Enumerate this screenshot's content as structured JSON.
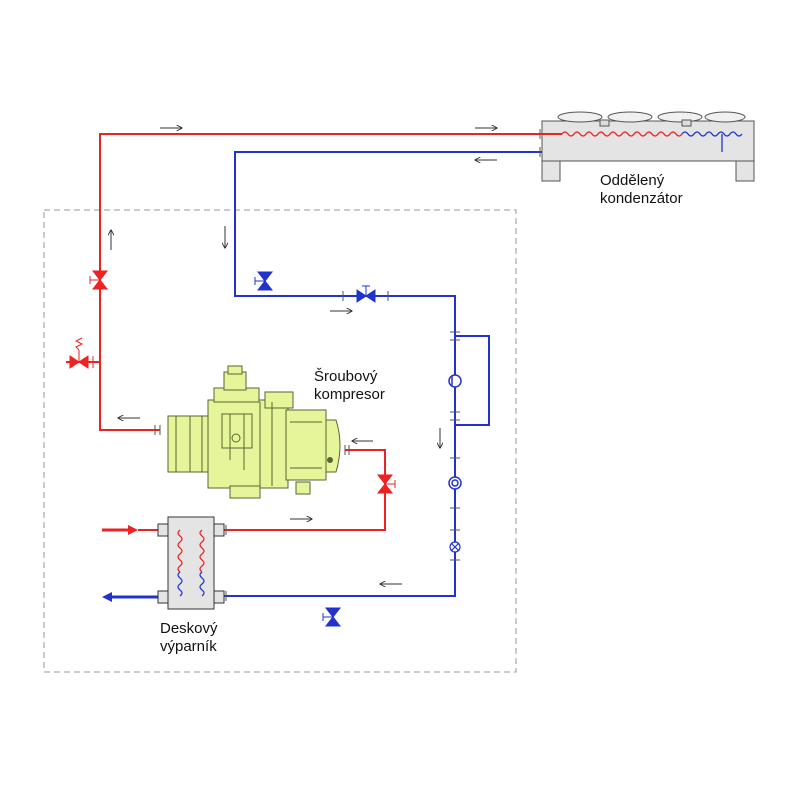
{
  "labels": {
    "condenser": [
      "Oddělený",
      "kondenzátor"
    ],
    "compressor": [
      "Šroubový",
      "kompresor"
    ],
    "evaporator": [
      "Deskový",
      "výparník"
    ]
  },
  "colors": {
    "hot_line": "#ee2222",
    "cold_line": "#2233cc",
    "frame": "#9a9a9a",
    "compressor_fill": "#e6f59a",
    "compressor_stroke": "#556633",
    "condenser_fill": "#e4e4e4"
  }
}
